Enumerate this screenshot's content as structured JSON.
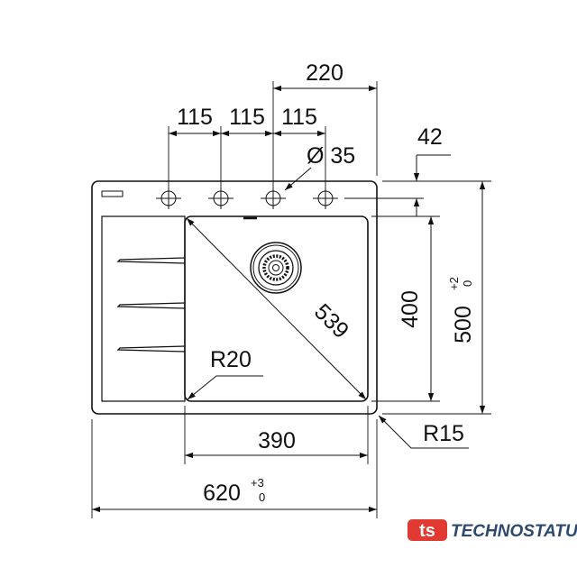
{
  "dimensions": {
    "top_overall": "220",
    "hole_spacing": [
      "115",
      "115",
      "115"
    ],
    "hole_diameter": "Ø 35",
    "hole_offset": "42",
    "bowl_diagonal": "539",
    "bowl_radius": "R20",
    "bowl_depth": "400",
    "overall_depth": "500",
    "overall_depth_tol_upper": "+2",
    "overall_depth_tol_lower": "0",
    "bowl_width": "390",
    "outer_radius": "R15",
    "overall_width": "620",
    "overall_width_tol_upper": "+3",
    "overall_width_tol_lower": "0"
  },
  "logo": {
    "mark": "ts",
    "name": "TECHNOSTATUS",
    "color": "#e03a32",
    "text_color": "#2d4a6e"
  }
}
